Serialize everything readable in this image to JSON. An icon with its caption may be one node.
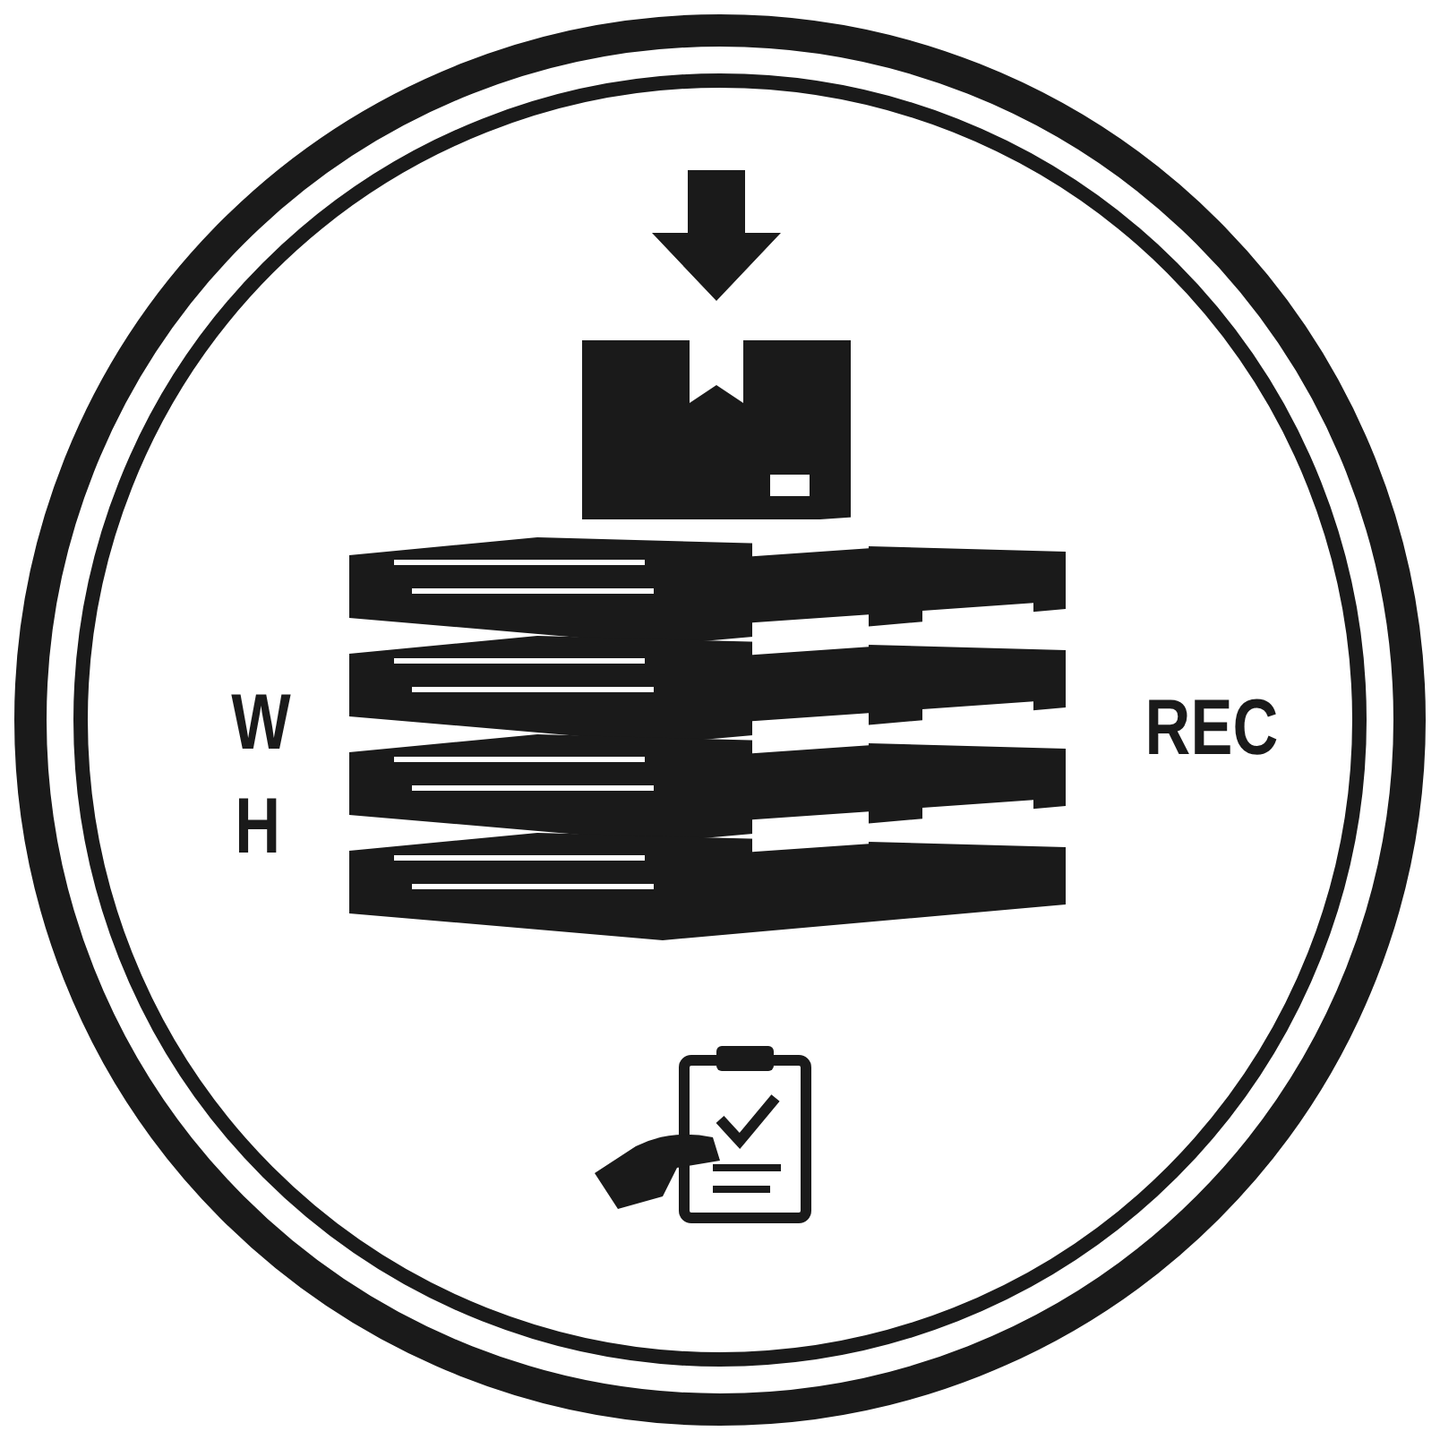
{
  "diagram": {
    "labels": [
      "W",
      "H",
      "REC"
    ]
  }
}
